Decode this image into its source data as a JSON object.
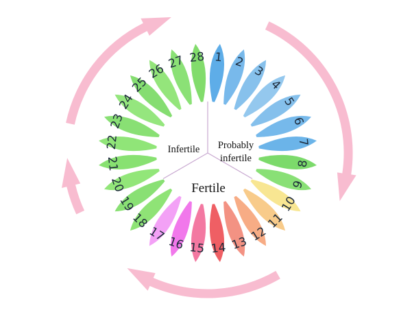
{
  "days": [
    {
      "num": "1",
      "color": "#3a9be3"
    },
    {
      "num": "2",
      "color": "#5aaae6"
    },
    {
      "num": "3",
      "color": "#6cb3e8"
    },
    {
      "num": "4",
      "color": "#7dbcea"
    },
    {
      "num": "5",
      "color": "#6ab2e8"
    },
    {
      "num": "6",
      "color": "#58a9e6"
    },
    {
      "num": "7",
      "color": "#4aa3e4"
    },
    {
      "num": "8",
      "color": "#5fd24a"
    },
    {
      "num": "9",
      "color": "#6fd958"
    },
    {
      "num": "10",
      "color": "#f7e07a"
    },
    {
      "num": "11",
      "color": "#f7c070"
    },
    {
      "num": "12",
      "color": "#f59a6a"
    },
    {
      "num": "13",
      "color": "#f07a68"
    },
    {
      "num": "14",
      "color": "#ec3c42"
    },
    {
      "num": "15",
      "color": "#f05a8c"
    },
    {
      "num": "16",
      "color": "#ee5ae6"
    },
    {
      "num": "17",
      "color": "#f08cf4"
    },
    {
      "num": "18",
      "color": "#76dd58"
    },
    {
      "num": "19",
      "color": "#6fd955"
    },
    {
      "num": "20",
      "color": "#7ae05c"
    },
    {
      "num": "21",
      "color": "#6edb52"
    },
    {
      "num": "22",
      "color": "#78df5a"
    },
    {
      "num": "23",
      "color": "#6fd955"
    },
    {
      "num": "24",
      "color": "#7ee062"
    },
    {
      "num": "25",
      "color": "#6ad652"
    },
    {
      "num": "26",
      "color": "#7cdf5e"
    },
    {
      "num": "27",
      "color": "#72da58"
    },
    {
      "num": "28",
      "color": "#66d44c"
    }
  ],
  "center": {
    "infertile": "Infertile",
    "probably_line1": "Probably",
    "probably_line2": "infertile",
    "fertile": "Fertile"
  },
  "colors": {
    "arrow": "#f8bcd0",
    "divider": "#c8a8d0",
    "hub": "#ffffff"
  }
}
